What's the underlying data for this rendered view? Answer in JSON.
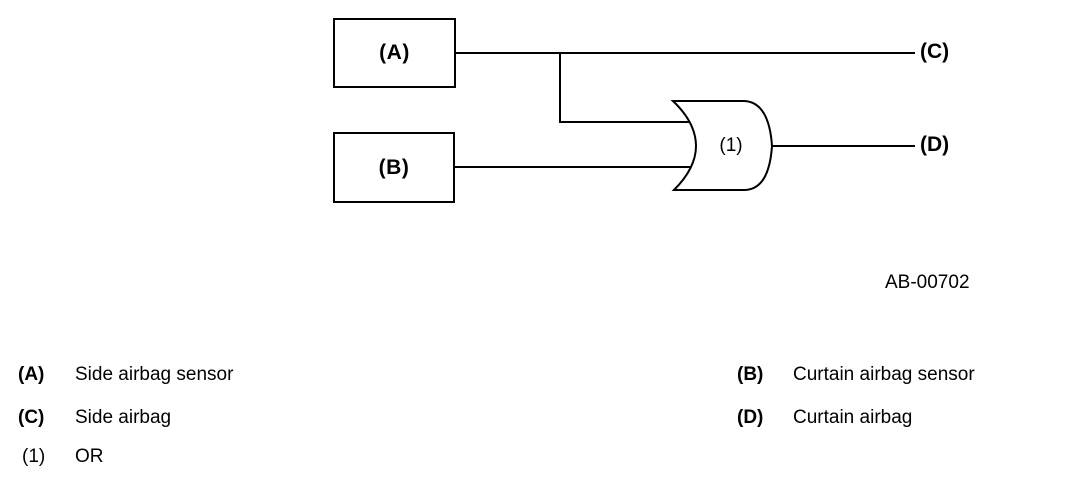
{
  "diagram": {
    "box_a_label": "(A)",
    "box_b_label": "(B)",
    "output_c_label": "(C)",
    "output_d_label": "(D)",
    "gate_label": "(1)",
    "figure_code": "AB-00702",
    "gate_type": "OR",
    "connections": [
      "A -> C",
      "A -> OR(1)",
      "B -> OR(1)",
      "OR(1) -> D"
    ]
  },
  "legend": {
    "items": [
      {
        "key": "(A)",
        "label": "Side airbag sensor"
      },
      {
        "key": "(B)",
        "label": "Curtain airbag sensor"
      },
      {
        "key": "(C)",
        "label": "Side airbag"
      },
      {
        "key": "(D)",
        "label": "Curtain airbag"
      },
      {
        "key": "(1)",
        "label": "OR"
      }
    ]
  },
  "colors": {
    "line": "#000000",
    "background": "#ffffff"
  }
}
